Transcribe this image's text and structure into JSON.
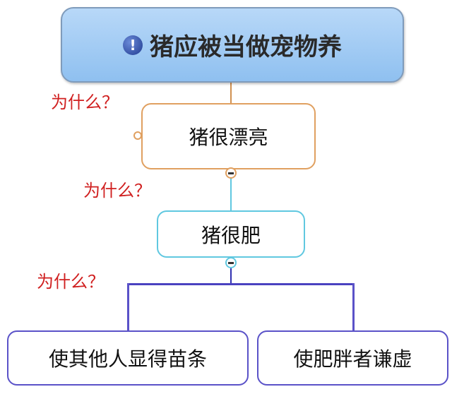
{
  "root": {
    "label": "猪应被当做宠物养",
    "icon": "info-exclamation-icon"
  },
  "nodes": [
    {
      "label": "猪很漂亮"
    },
    {
      "label": "猪很肥"
    },
    {
      "label": "使其他人显得苗条"
    },
    {
      "label": "使肥胖者谦虚"
    }
  ],
  "annotations": [
    "为什么？",
    "为什么？",
    "为什么？"
  ],
  "colors": {
    "why": "#d02020",
    "level1": "#e0a060",
    "level2": "#60c8e0",
    "level3": "#5a52c8"
  }
}
